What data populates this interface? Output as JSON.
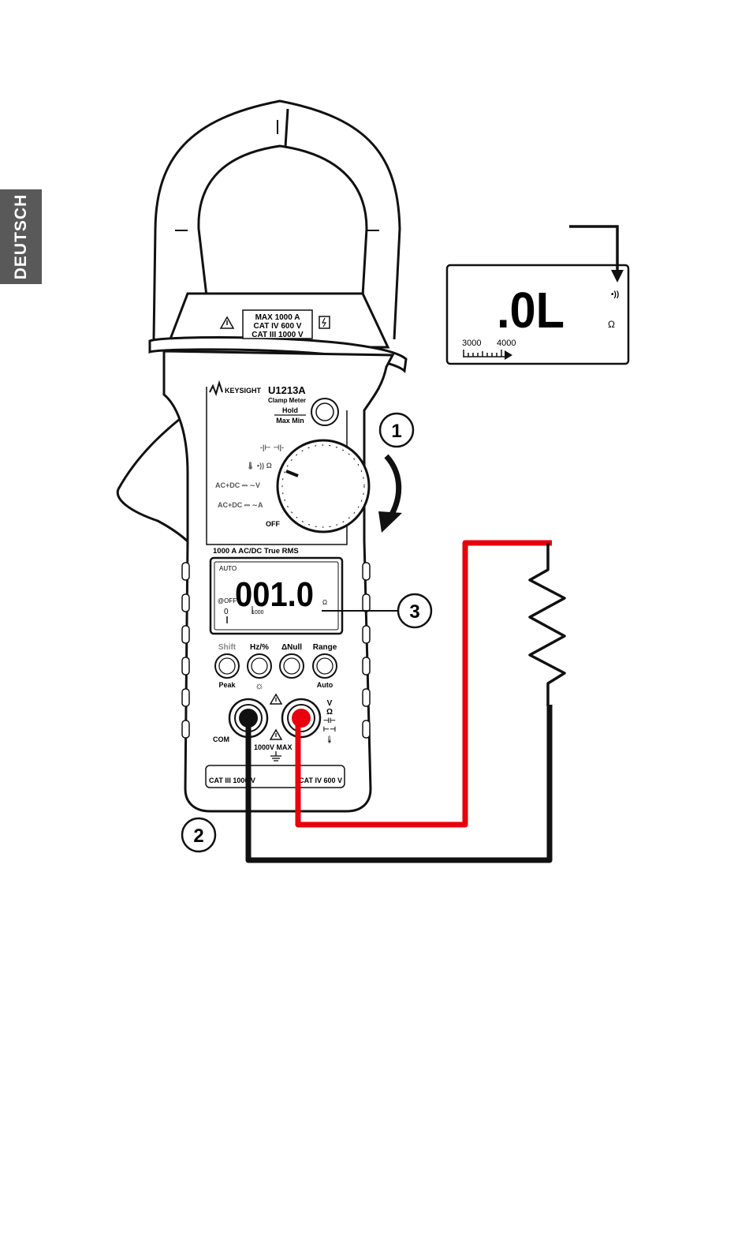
{
  "side_tab": {
    "label": "DEUTSCH"
  },
  "clamp": {
    "rating_lines": [
      "MAX 1000 A",
      "CAT IV 600 V",
      "CAT III 1000 V"
    ]
  },
  "meter": {
    "brand": "KEYSIGHT",
    "model": "U1213A",
    "subtitle": "Clamp Meter",
    "hold_label": "Hold",
    "maxmin_label": "Max Min",
    "dial": {
      "positions": [
        "-|⊢ ⊣|-",
        "🌡 •)) Ω",
        "AC+DC ⎓ ∼V",
        "AC+DC ⎓ ∼A",
        "OFF"
      ]
    },
    "rms_label": "1000 A AC/DC True RMS",
    "display": {
      "auto": "AUTO",
      "digits": "001.0",
      "unit": "Ω",
      "apo": "@OFF",
      "bar_left": "0",
      "bar_right": "1000"
    },
    "buttons": [
      {
        "top": "Shift",
        "bottom": "Peak"
      },
      {
        "top": "Hz/%",
        "bottom": "☼"
      },
      {
        "top": "ΔNull",
        "bottom": ""
      },
      {
        "top": "Range",
        "bottom": "Auto"
      }
    ],
    "com_label": "COM",
    "max_label": "1000V MAX",
    "terminal_symbols": [
      "V",
      "Ω",
      "⊣⊢",
      "⊢⊣",
      "🌡"
    ],
    "cat_left": "CAT III 1000 V",
    "cat_right": "CAT IV 600 V"
  },
  "inset": {
    "reading": ".0L",
    "beeper": "•))",
    "unit": "Ω",
    "scale_left": "3000",
    "scale_right": "4000"
  },
  "callouts": [
    "1",
    "2",
    "3"
  ],
  "colors": {
    "probe_red": "#e8000d",
    "probe_black": "#111111",
    "tab_gray": "#595959"
  }
}
